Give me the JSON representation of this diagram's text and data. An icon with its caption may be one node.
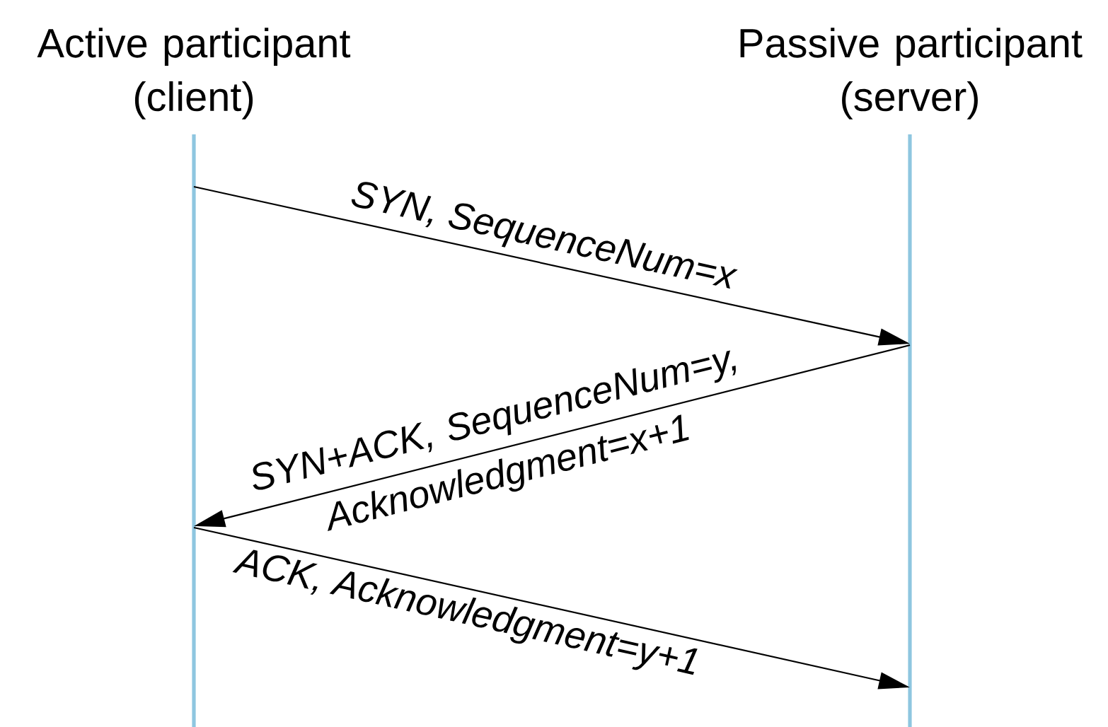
{
  "diagram": {
    "nodes": [
      {
        "text": [
          "Active participant (client)"
        ]
      },
      {
        "text": [
          "Passive participant (server)"
        ]
      }
    ],
    "edges": [
      {
        "from": 0,
        "to": 1,
        "arrow": "to",
        "label": "SYN, SequenceNum=x"
      },
      {
        "from": 1,
        "to": 0,
        "arrow": "to",
        "label": "SYN+ACK, SequenceNum=y, Acknowledgment=x+1"
      },
      {
        "from": 0,
        "to": 1,
        "arrow": "to",
        "label": "ACK, Acknowledgment=y+1"
      }
    ]
  }
}
